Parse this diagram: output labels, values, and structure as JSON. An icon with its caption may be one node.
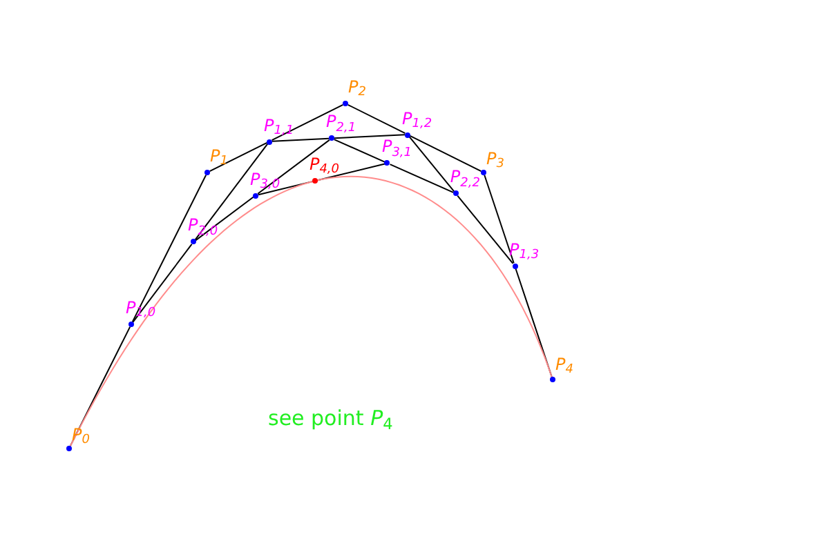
{
  "diagram": {
    "nodes": [
      {
        "text": [],
        "shape": "circle",
        "beside": [
          "P$_{0}$"
        ]
      },
      {
        "text": [],
        "shape": "circle",
        "beside": [
          "P$_{1}$"
        ]
      },
      {
        "text": [],
        "shape": "circle",
        "beside": [
          "P$_{2}$"
        ]
      },
      {
        "text": [],
        "shape": "circle",
        "beside": [
          "P$_{3}$"
        ]
      },
      {
        "text": [],
        "shape": "circle",
        "beside": [
          "P$_{4}$"
        ]
      },
      {
        "text": [],
        "shape": "circle",
        "beside": [
          "P$_{1,0}$"
        ]
      },
      {
        "text": [],
        "shape": "circle",
        "beside": [
          "P$_{1,1}$"
        ]
      },
      {
        "text": [],
        "shape": "circle",
        "beside": [
          "P$_{1,2}$"
        ]
      },
      {
        "text": [],
        "shape": "circle",
        "beside": [
          "P$_{1,3}$"
        ]
      },
      {
        "text": [],
        "shape": "circle",
        "beside": [
          "P$_{2,0}$"
        ]
      },
      {
        "text": [],
        "shape": "circle",
        "beside": [
          "P$_{2,1}$"
        ]
      },
      {
        "text": [],
        "shape": "circle",
        "beside": [
          "P$_{2,2}$"
        ]
      },
      {
        "text": [],
        "shape": "circle",
        "beside": [
          "P$_{3,0}$"
        ]
      },
      {
        "text": [],
        "shape": "circle",
        "beside": [
          "P$_{3,1}$"
        ]
      },
      {
        "text": [],
        "shape": "circle",
        "beside": [
          "P$_{4,0}$"
        ]
      }
    ],
    "edges": [
      {
        "from": 0,
        "to": 5,
        "arrow": "none"
      },
      {
        "from": 5,
        "to": 1,
        "arrow": "none"
      },
      {
        "from": 1,
        "to": 6,
        "arrow": "none"
      },
      {
        "from": 6,
        "to": 2,
        "arrow": "none"
      },
      {
        "from": 2,
        "to": 7,
        "arrow": "none"
      },
      {
        "from": 7,
        "to": 3,
        "arrow": "none"
      },
      {
        "from": 3,
        "to": 8,
        "arrow": "none"
      },
      {
        "from": 8,
        "to": 4,
        "arrow": "none"
      },
      {
        "from": 5,
        "to": 9,
        "arrow": "none"
      },
      {
        "from": 9,
        "to": 6,
        "arrow": "none"
      },
      {
        "from": 6,
        "to": 10,
        "arrow": "none"
      },
      {
        "from": 10,
        "to": 7,
        "arrow": "none"
      },
      {
        "from": 7,
        "to": 11,
        "arrow": "none"
      },
      {
        "from": 11,
        "to": 8,
        "arrow": "none"
      },
      {
        "from": 9,
        "to": 12,
        "arrow": "none"
      },
      {
        "from": 12,
        "to": 10,
        "arrow": "none"
      },
      {
        "from": 10,
        "to": 13,
        "arrow": "none"
      },
      {
        "from": 13,
        "to": 11,
        "arrow": "none"
      },
      {
        "from": 12,
        "to": 14,
        "arrow": "none"
      },
      {
        "from": 14,
        "to": 13,
        "arrow": "none"
      },
      {
        "from": 0,
        "to": 14,
        "arrow": "none",
        "color": "#ff8c8c"
      },
      {
        "from": 14,
        "to": 4,
        "arrow": "none",
        "color": "#ff8c8c"
      }
    ],
    "labels": [
      "see point *P*$_{4}$"
    ]
  }
}
